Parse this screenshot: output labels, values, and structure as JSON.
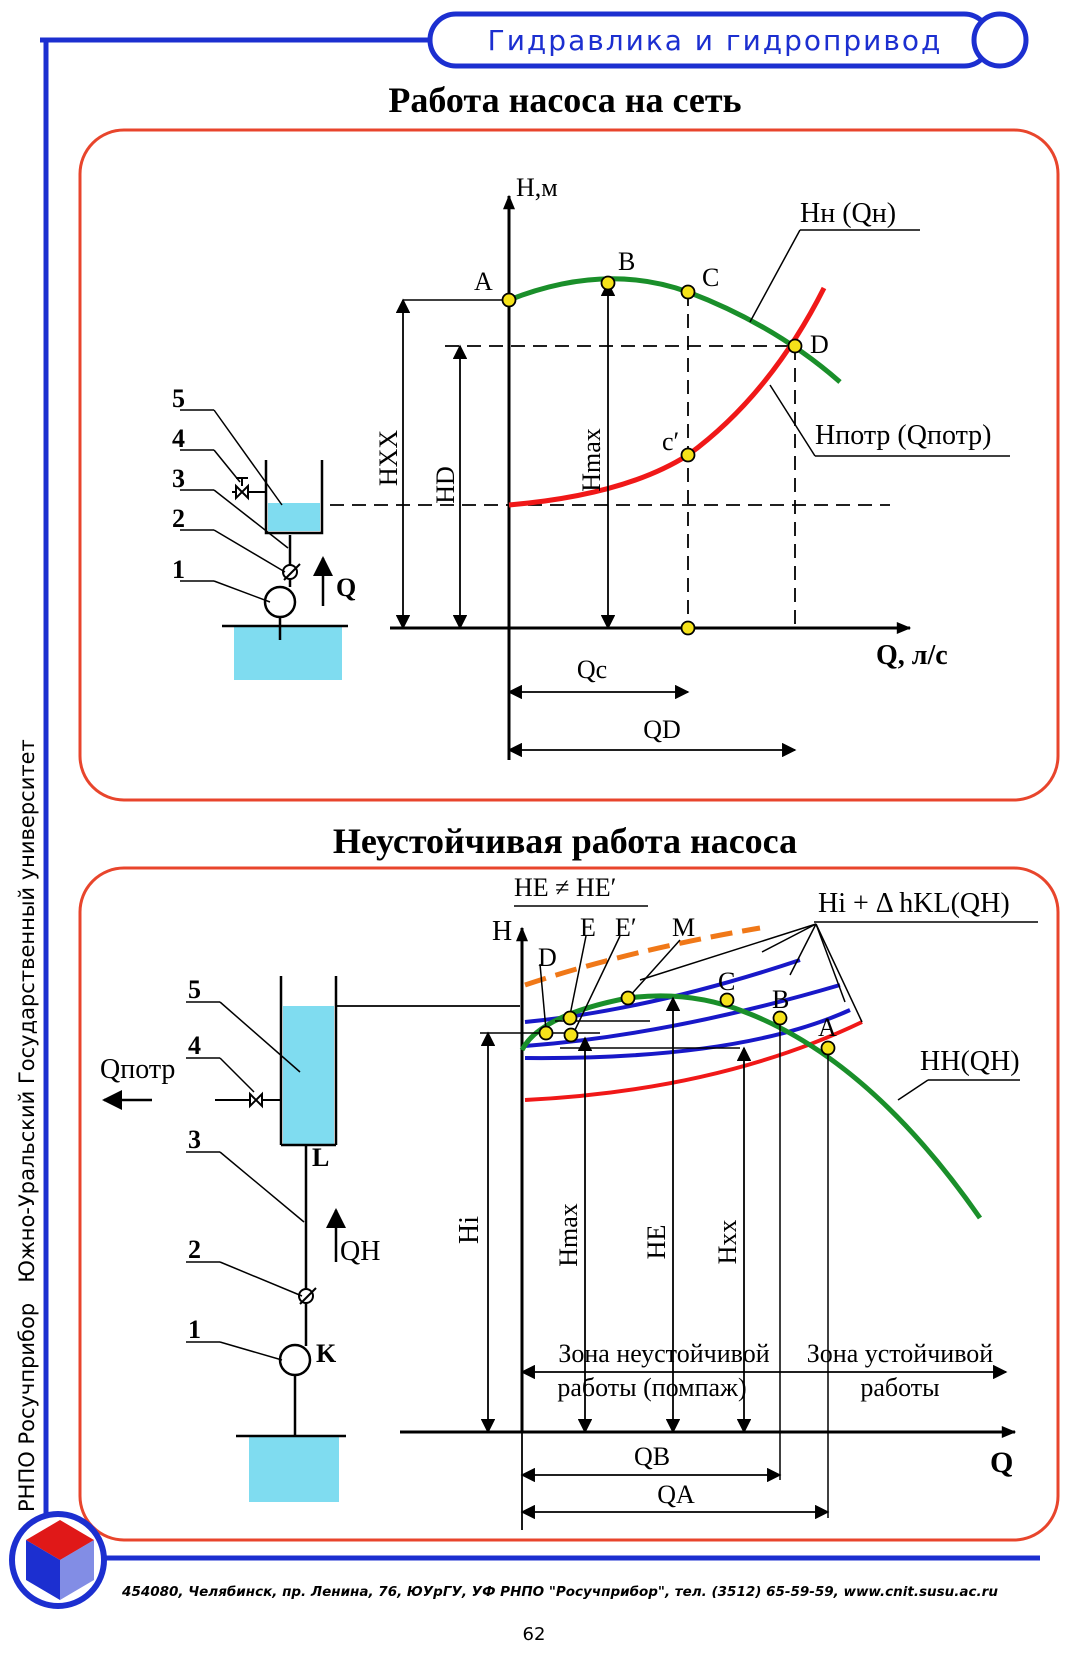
{
  "header": {
    "course_title": "Гидравлика и гидропривод"
  },
  "side_text": "РНПО Росучприбор   Южно-Уральский Государственный университет",
  "footer": {
    "address": "454080, Челябинск, пр. Ленина, 76, ЮУрГУ, УФ РНПО \"Росучприбор\", тел. (3512) 65-59-59, www.cnit.susu.ac.ru",
    "page_number": "62"
  },
  "colors": {
    "frame_red": "#e8452c",
    "header_blue": "#1c2fd0",
    "curve_green": "#1a8f2a",
    "curve_red": "#f01818",
    "curve_blue": "#1818c8",
    "curve_orange": "#f07818",
    "point_yellow": "#f5e21a",
    "water": "#7fdcf0"
  },
  "section1": {
    "title": "Работа насоса на сеть",
    "y_axis_label": "H,м",
    "x_axis_label": "Q, л/с",
    "curve_pump_label": "Hн (Qн)",
    "curve_net_label": "Hпотр (Qпотр)",
    "points": {
      "A": "A",
      "B": "B",
      "C": "C",
      "D": "D",
      "c_prime": "c′"
    },
    "dims": {
      "hxx": "HXX",
      "hd": "HD",
      "hmax": "Hmax",
      "qc": "Qc",
      "qd": "QD"
    },
    "scheme_numbers": [
      "1",
      "2",
      "3",
      "4",
      "5"
    ],
    "flow_label": "Q"
  },
  "section2": {
    "title": "Неустойчивая работа насоса",
    "y_axis_label": "H",
    "x_axis_label": "Q",
    "inequality_label": "HE ≠ HE′",
    "family_label": "Hi + Δ hKL(QH)",
    "curve_pump_label": "HH(QH)",
    "points": {
      "D": "D",
      "E": "E",
      "E_prime": "E′",
      "M": "M",
      "C": "C",
      "B": "B",
      "A": "A"
    },
    "dims": {
      "hi": "Hi",
      "hmax": "Hmax",
      "he": "HE",
      "hxx": "Hxx",
      "qb": "QB",
      "qa": "QA"
    },
    "zone_unstable_1": "Зона неустойчивой",
    "zone_unstable_2": "работы (помпаж)",
    "zone_stable_1": "Зона устойчивой",
    "zone_stable_2": "работы",
    "scheme_numbers": [
      "1",
      "2",
      "3",
      "4",
      "5"
    ],
    "letters": {
      "L": "L",
      "K": "K"
    },
    "flow_qh_label": "QH",
    "flow_qpotr_label": "Qпотр"
  }
}
